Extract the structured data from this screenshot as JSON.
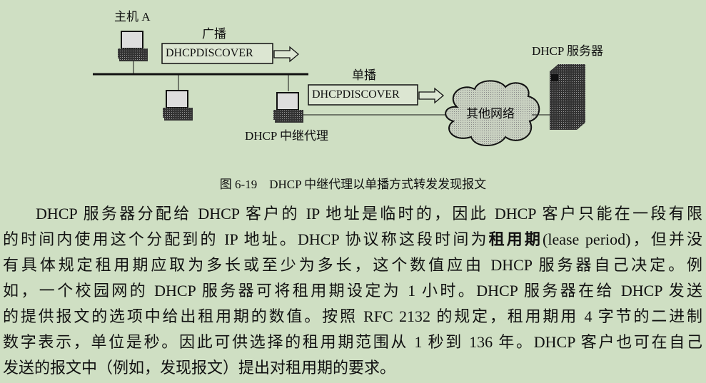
{
  "diagram": {
    "host_a_label": "主机 A",
    "broadcast_label": "广播",
    "broadcast_message": "DHCPDISCOVER",
    "unicast_label": "单播",
    "unicast_message": "DHCPDISCOVER",
    "relay_label": "DHCP 中继代理",
    "other_network_label": "其他网络",
    "server_label": "DHCP 服务器"
  },
  "caption": "图 6-19　DHCP 中继代理以单播方式转发发现报文",
  "paragraph": {
    "lines": [
      "DHCP 服务器分配给 DHCP 客户的 IP 地址是临时的，因此 DHCP 客户只能在一段有限",
      "的时间内使用这个分配到的 IP 地址。DHCP 协议称这段时间为",
      "有具体规定租用期应取为多长或至少为多长，这个数值应由 DHCP 服务器自己决定。例",
      "如，一个校园网的 DHCP 服务器可将租用期设定为 1 小时。DHCP 服务器在给 DHCP 发送",
      "的提供报文的选项中给出租用期的数值。按照 RFC 2132 的规定，租用期用 4 字节的二进制",
      "数字表示，单位是秒。因此可供选择的租用期范围从 1 秒到 136 年。DHCP 客户也可在自己",
      "发送的报文中（例如，发现报文）提出对租用期的要求。"
    ],
    "term_bold": "租用期",
    "term_rest": "(lease period)，但并没"
  }
}
